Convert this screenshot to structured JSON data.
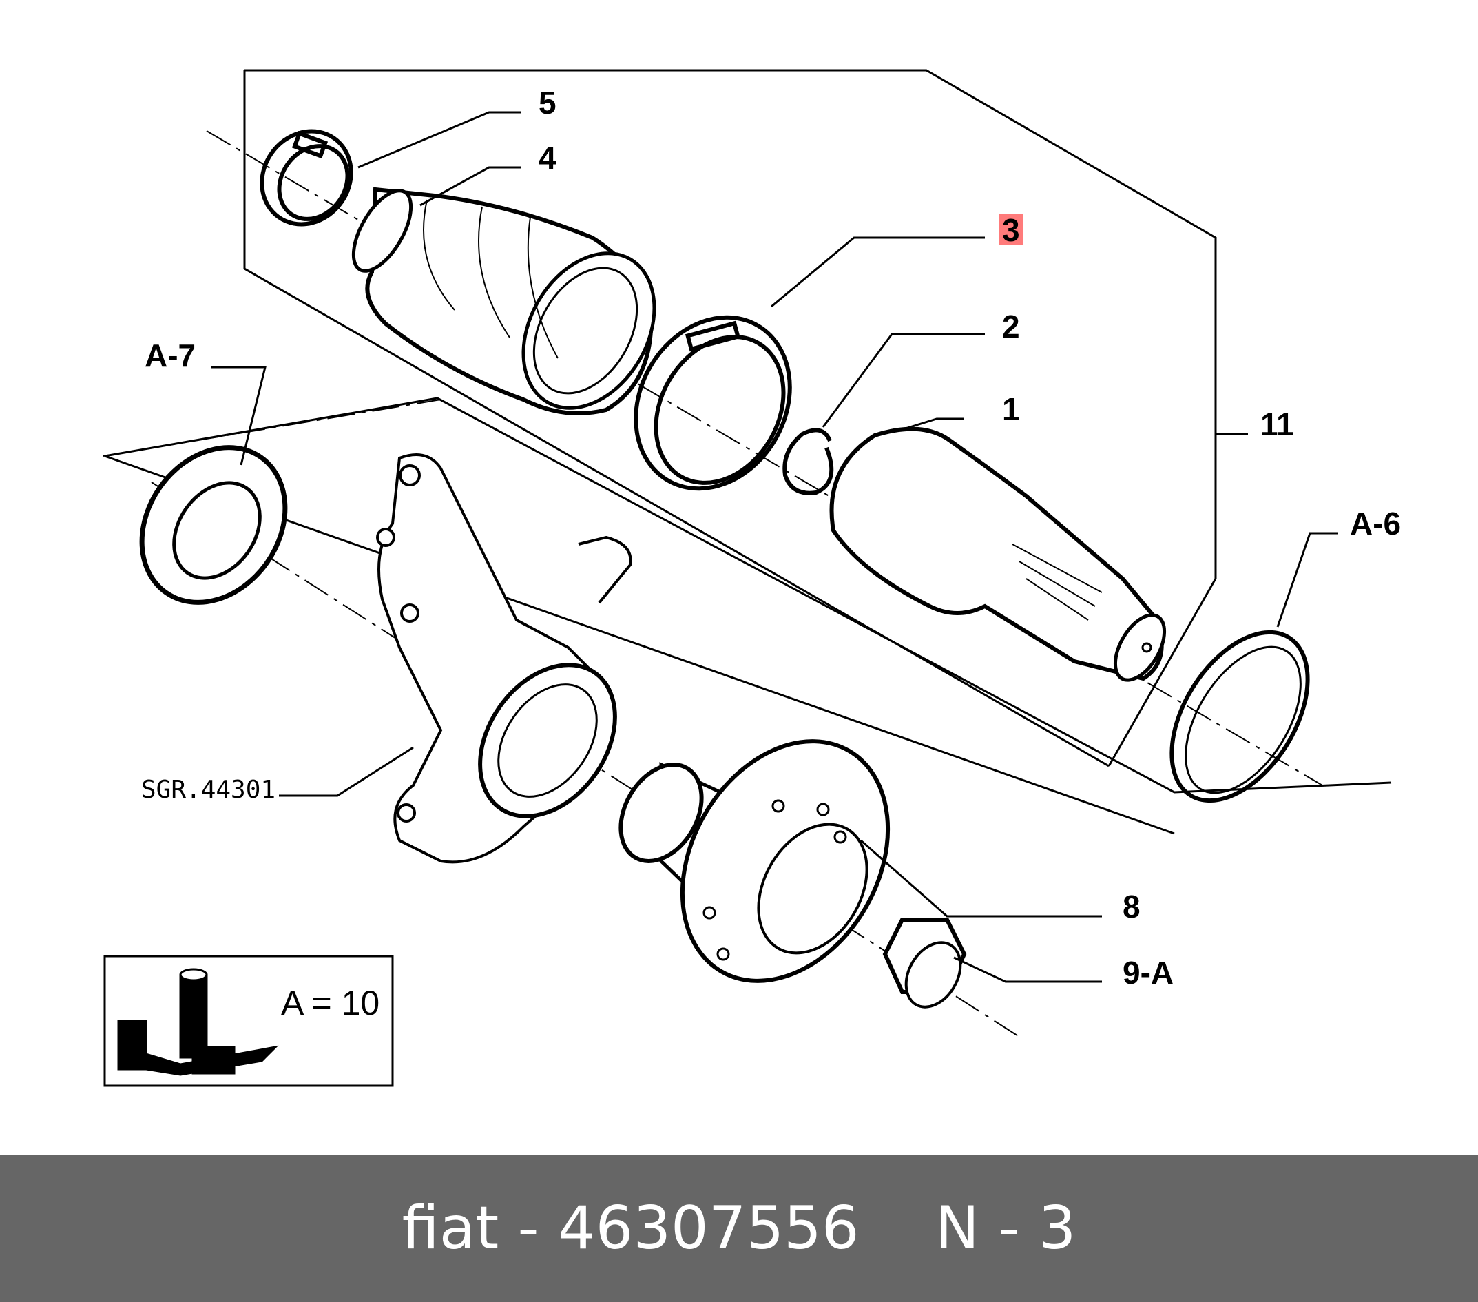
{
  "callouts": {
    "c5": "5",
    "c4": "4",
    "c3": "3",
    "c2": "2",
    "c1": "1",
    "c11": "11",
    "ca7": "A-7",
    "ca6": "A-6",
    "c8": "8",
    "c9a": "9-A"
  },
  "reference_code": "SGR.44301",
  "legend": {
    "equation": "A = 10"
  },
  "footer": {
    "part": "fiat - 46307556",
    "position": "N - 3"
  },
  "colors": {
    "highlight": "#ff7b7b",
    "footer_bg": "#666666",
    "footer_text": "#ffffff",
    "line": "#000000"
  }
}
